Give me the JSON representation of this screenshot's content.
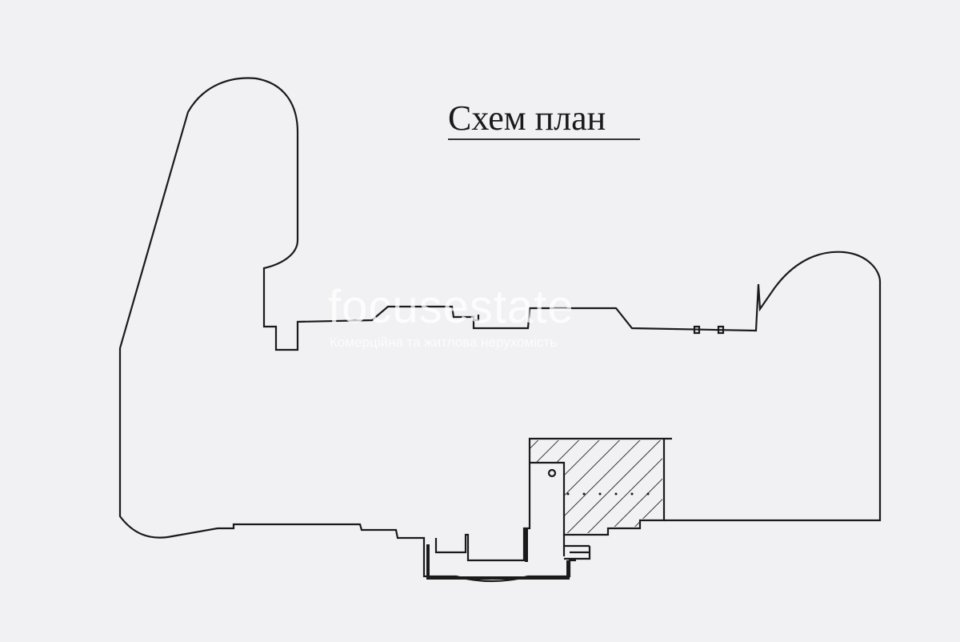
{
  "title": "Схем план",
  "watermark": {
    "logo": "focusestate",
    "subtitle": "Комерційна та житлова нерухомість"
  },
  "colors": {
    "line": "#1a1a1a",
    "background": "#f1f1f3"
  }
}
